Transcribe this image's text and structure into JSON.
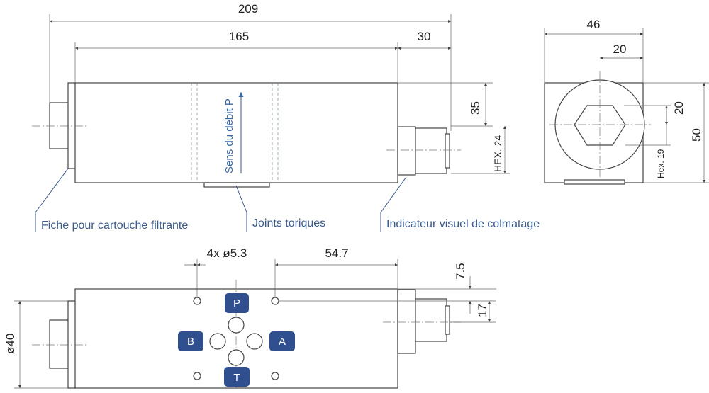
{
  "dimensions": {
    "overall_length": "209",
    "body_length": "165",
    "indicator_length": "30",
    "height_35": "35",
    "hex_24": "HEX. 24",
    "end_width": "46",
    "end_offset_20h": "20",
    "end_offset_20v": "20",
    "end_height": "50",
    "hex_19": "Hex. 19",
    "holes": "4x ø5.3",
    "hole_spacing": "54.7",
    "offset_7_5": "7.5",
    "offset_17": "17",
    "diameter_40": "ø40"
  },
  "callouts": {
    "filter": "Fiche pour cartouche filtrante",
    "seals": "Joints toriques",
    "indicator": "Indicateur visuel de colmatage"
  },
  "flow_label": "Sens du débit P",
  "ports": {
    "p": "P",
    "a": "A",
    "b": "B",
    "t": "T"
  },
  "colors": {
    "port_fill": "#2f4f8f",
    "callout_text": "#3a5a8c",
    "flow_arrow": "#3a6aa8"
  }
}
